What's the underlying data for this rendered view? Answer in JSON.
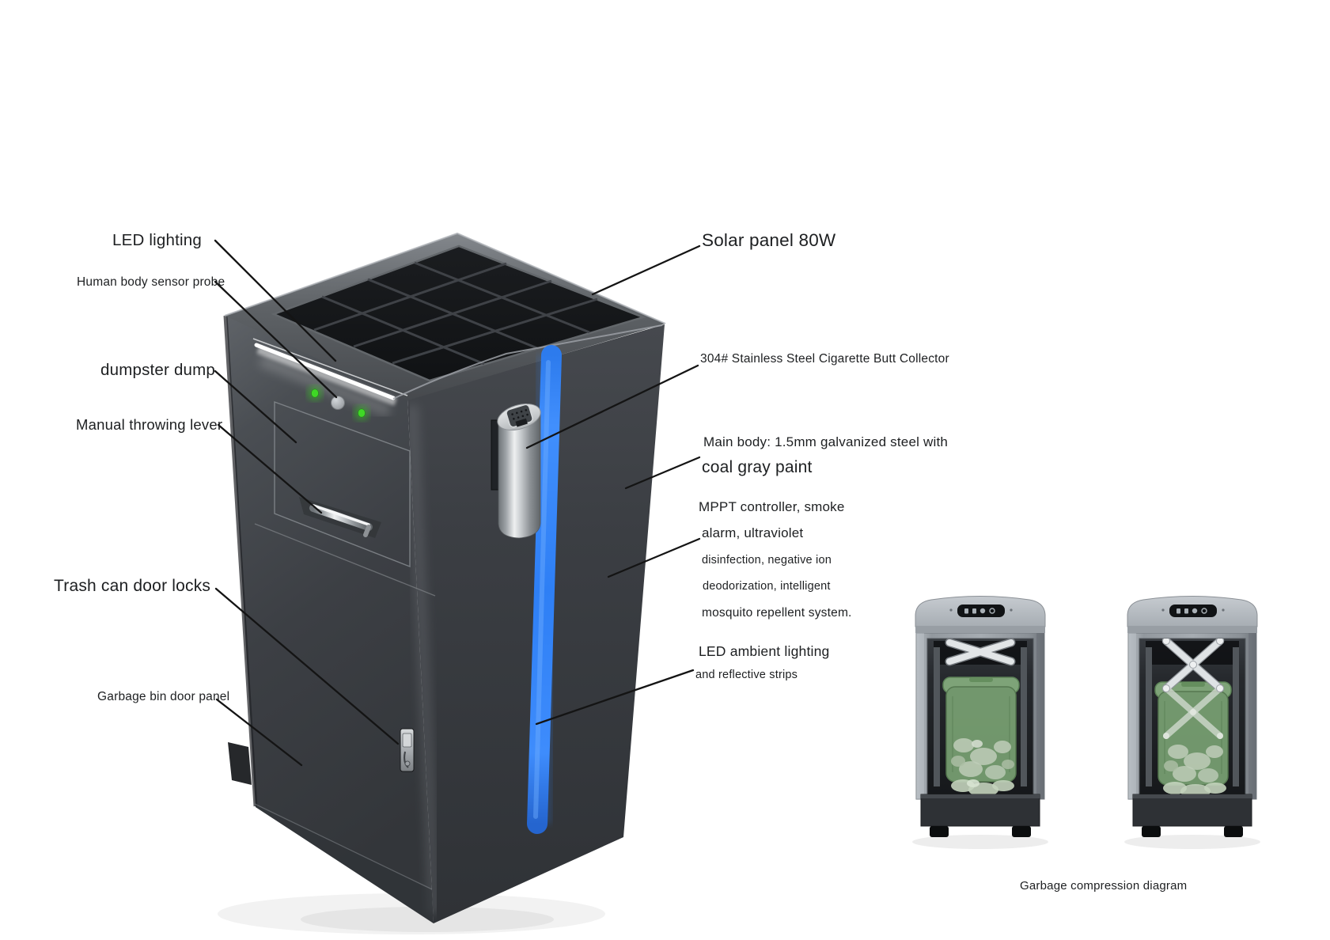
{
  "colors": {
    "background": "#ffffff",
    "accent_blue": "#2f7ef0",
    "led_green": "#3ed52b",
    "body_gray": "#3a3d41",
    "text": "#1d1f21"
  },
  "labels": {
    "led_lighting": "LED lighting",
    "human_body_sensor_probe": "Human body sensor probe",
    "dumpster_dump": "dumpster dump",
    "manual_throwing_lever": "Manual throwing lever",
    "trash_can_door_locks": "Trash can door locks",
    "garbage_bin_door_panel": "Garbage bin door panel",
    "solar_panel": "Solar panel 80W",
    "cigarette_collector": "304# Stainless Steel Cigarette Butt Collector",
    "main_body_line1": "Main body: 1.5mm galvanized steel with",
    "main_body_line2": "coal gray paint",
    "features_line1": "MPPT controller, smoke",
    "features_line2": "alarm, ultraviolet",
    "features_line3": "disinfection, negative ion",
    "features_line4": "deodorization, intelligent",
    "features_line5": "mosquito repellent system.",
    "led_ambient_line1": "LED ambient lighting",
    "led_ambient_line2": "and reflective strips",
    "compression_caption": "Garbage compression diagram"
  }
}
